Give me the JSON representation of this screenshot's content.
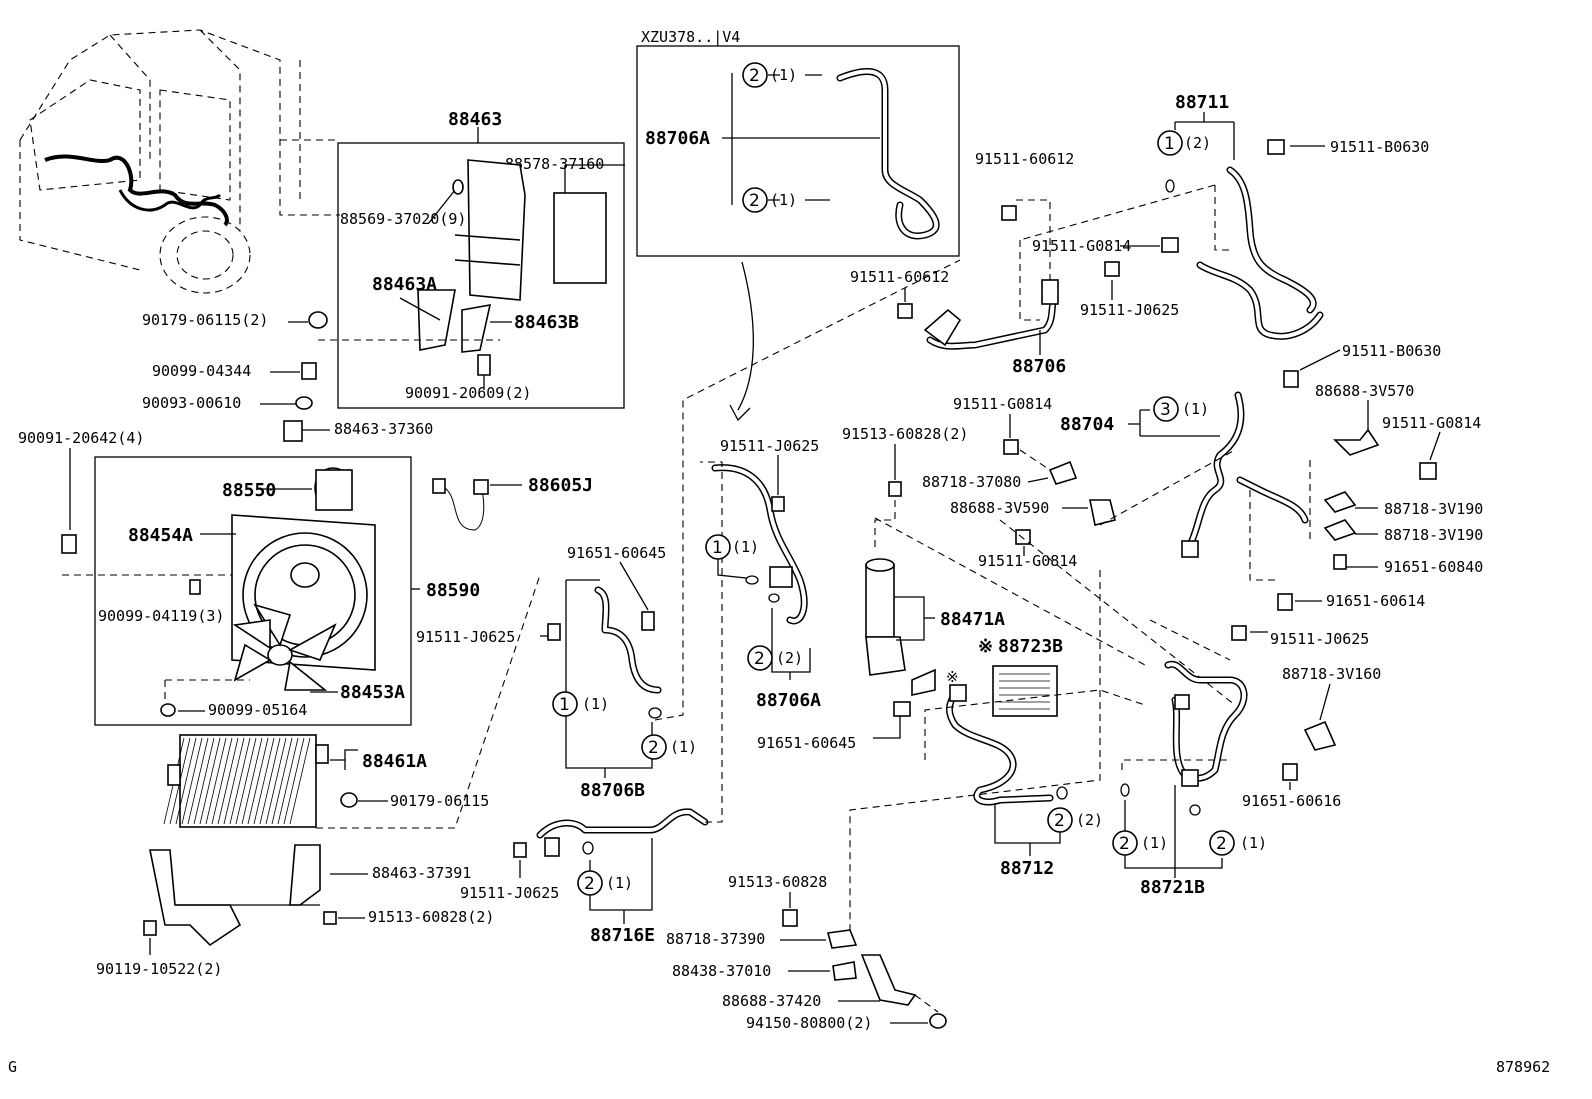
{
  "inset_title": "XZU378..|V4",
  "footer_left": "G",
  "footer_right": "878962",
  "notes": {
    "star_mark": "※"
  },
  "labels": {
    "p88463": "88463",
    "p88578_37160": "88578-37160",
    "p88569_37020": "88569-37020(9)",
    "p88463A": "88463A",
    "p88463B": "88463B",
    "p90179_06115_2": "90179-06115(2)",
    "p90091_20609_2": "90091-20609(2)",
    "p90099_04344": "90099-04344",
    "p90093_00610": "90093-00610",
    "p88463_37360": "88463-37360",
    "p90091_20642_4": "90091-20642(4)",
    "p88550": "88550",
    "p88605J": "88605J",
    "p88454A": "88454A",
    "p88590": "88590",
    "p90099_04119_3": "90099-04119(3)",
    "p88453A": "88453A",
    "p90099_05164": "90099-05164",
    "p88461A": "88461A",
    "p90179_06115": "90179-06115",
    "p88463_37391": "88463-37391",
    "p91513_60828_2a": "91513-60828(2)",
    "p90119_10522_2": "90119-10522(2)",
    "p88706A_top": "88706A",
    "p91511_60612_a": "91511-60612",
    "p91511_60612_b": "91511-60612",
    "p88706": "88706",
    "p88711": "88711",
    "p91511_B0630_a": "91511-B0630",
    "p91511_G0814_a": "91511-G0814",
    "p91511_J0625_a": "91511-J0625",
    "p91511_B0630_b": "91511-B0630",
    "p88688_3V570": "88688-3V570",
    "p88704": "88704",
    "p91511_G0814_b": "91511-G0814",
    "p91511_G0814_c": "91511-G0814",
    "p91513_60828_2b": "91513-60828(2)",
    "p91511_J0625_b": "91511-J0625",
    "p88718_37080": "88718-37080",
    "p88688_3V590": "88688-3V590",
    "p91511_G0814_d": "91511-G0814",
    "p88718_3V190_a": "88718-3V190",
    "p88718_3V190_b": "88718-3V190",
    "p91651_60840": "91651-60840",
    "p91651_60614": "91651-60614",
    "p91651_60645_a": "91651-60645",
    "p91511_J0625_c": "91511-J0625",
    "p88471A": "88471A",
    "p88723B": "88723B",
    "p88706A_mid": "88706A",
    "p91651_60645_b": "91651-60645",
    "p91511_J0625_d": "91511-J0625",
    "p88718_3V160": "88718-3V160",
    "p91651_60616": "91651-60616",
    "p88706B": "88706B",
    "p88712": "88712",
    "p88721B": "88721B",
    "p91511_J0625_e": "91511-J0625",
    "p88716E": "88716E",
    "p91513_60828": "91513-60828",
    "p88718_37390": "88718-37390",
    "p88438_37010": "88438-37010",
    "p88688_37420": "88688-37420",
    "p94150_80800_2": "94150-80800(2)"
  },
  "callouts": {
    "c_inset_top": {
      "num": "2",
      "qty": "(1)"
    },
    "c_inset_bot": {
      "num": "2",
      "qty": "(1)"
    },
    "c_88711": {
      "num": "1",
      "qty": "(2)"
    },
    "c_88704": {
      "num": "3",
      "qty": "(1)"
    },
    "c_88706A_1": {
      "num": "1",
      "qty": "(1)"
    },
    "c_88706A_2": {
      "num": "2",
      "qty": "(2)"
    },
    "c_88706B_1": {
      "num": "1",
      "qty": "(1)"
    },
    "c_88706B_2": {
      "num": "2",
      "qty": "(1)"
    },
    "c_88716E": {
      "num": "2",
      "qty": "(1)"
    },
    "c_88712": {
      "num": "2",
      "qty": "(2)"
    },
    "c_88721B_l": {
      "num": "2",
      "qty": "(1)"
    },
    "c_88721B_r": {
      "num": "2",
      "qty": "(1)"
    }
  }
}
